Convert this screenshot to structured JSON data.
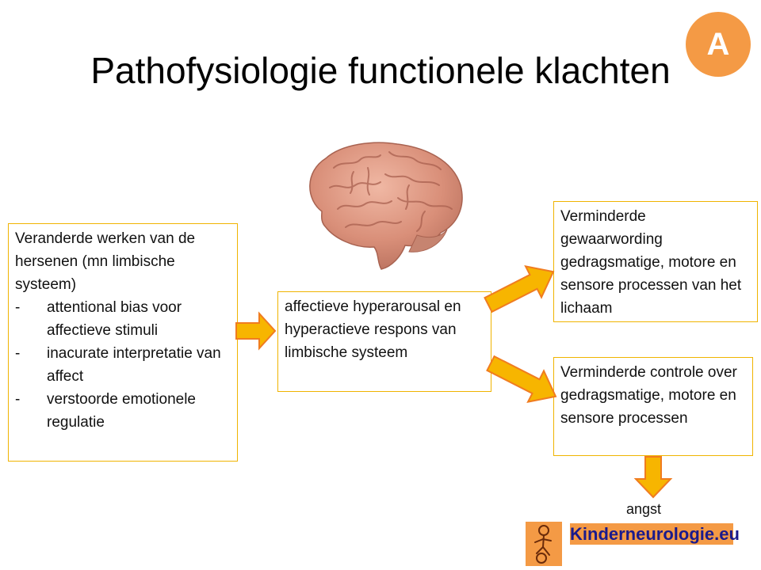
{
  "slide": {
    "title": "Pathofysiologie functionele klachten",
    "badge": "A"
  },
  "boxes": {
    "left": {
      "heading": "Veranderde werken van de hersenen (mn limbische systeem)",
      "items": [
        "attentional bias voor affectieve stimuli",
        "inacurate interpretatie van affect",
        "verstoorde emotionele regulatie"
      ]
    },
    "middle": {
      "text": "affectieve hyperarousal en hyperactieve respons van limbische systeem"
    },
    "top_right": {
      "text": "Verminderde gewaarwording gedragsmatige, motore en sensore processen van het lichaam"
    },
    "bottom_right": {
      "text": "Verminderde controle over gedragsmatige, motore en sensore processen"
    }
  },
  "outcome": {
    "label": "angst"
  },
  "logo": {
    "text": "Kinderneurologie.eu"
  },
  "colors": {
    "arrow_fill": "#f7b500",
    "arrow_stroke": "#f07c20",
    "box_border": "#f0b400",
    "badge": "#f49a45",
    "logo_bg": "#f49a45",
    "logo_text": "#1a1a8c"
  }
}
